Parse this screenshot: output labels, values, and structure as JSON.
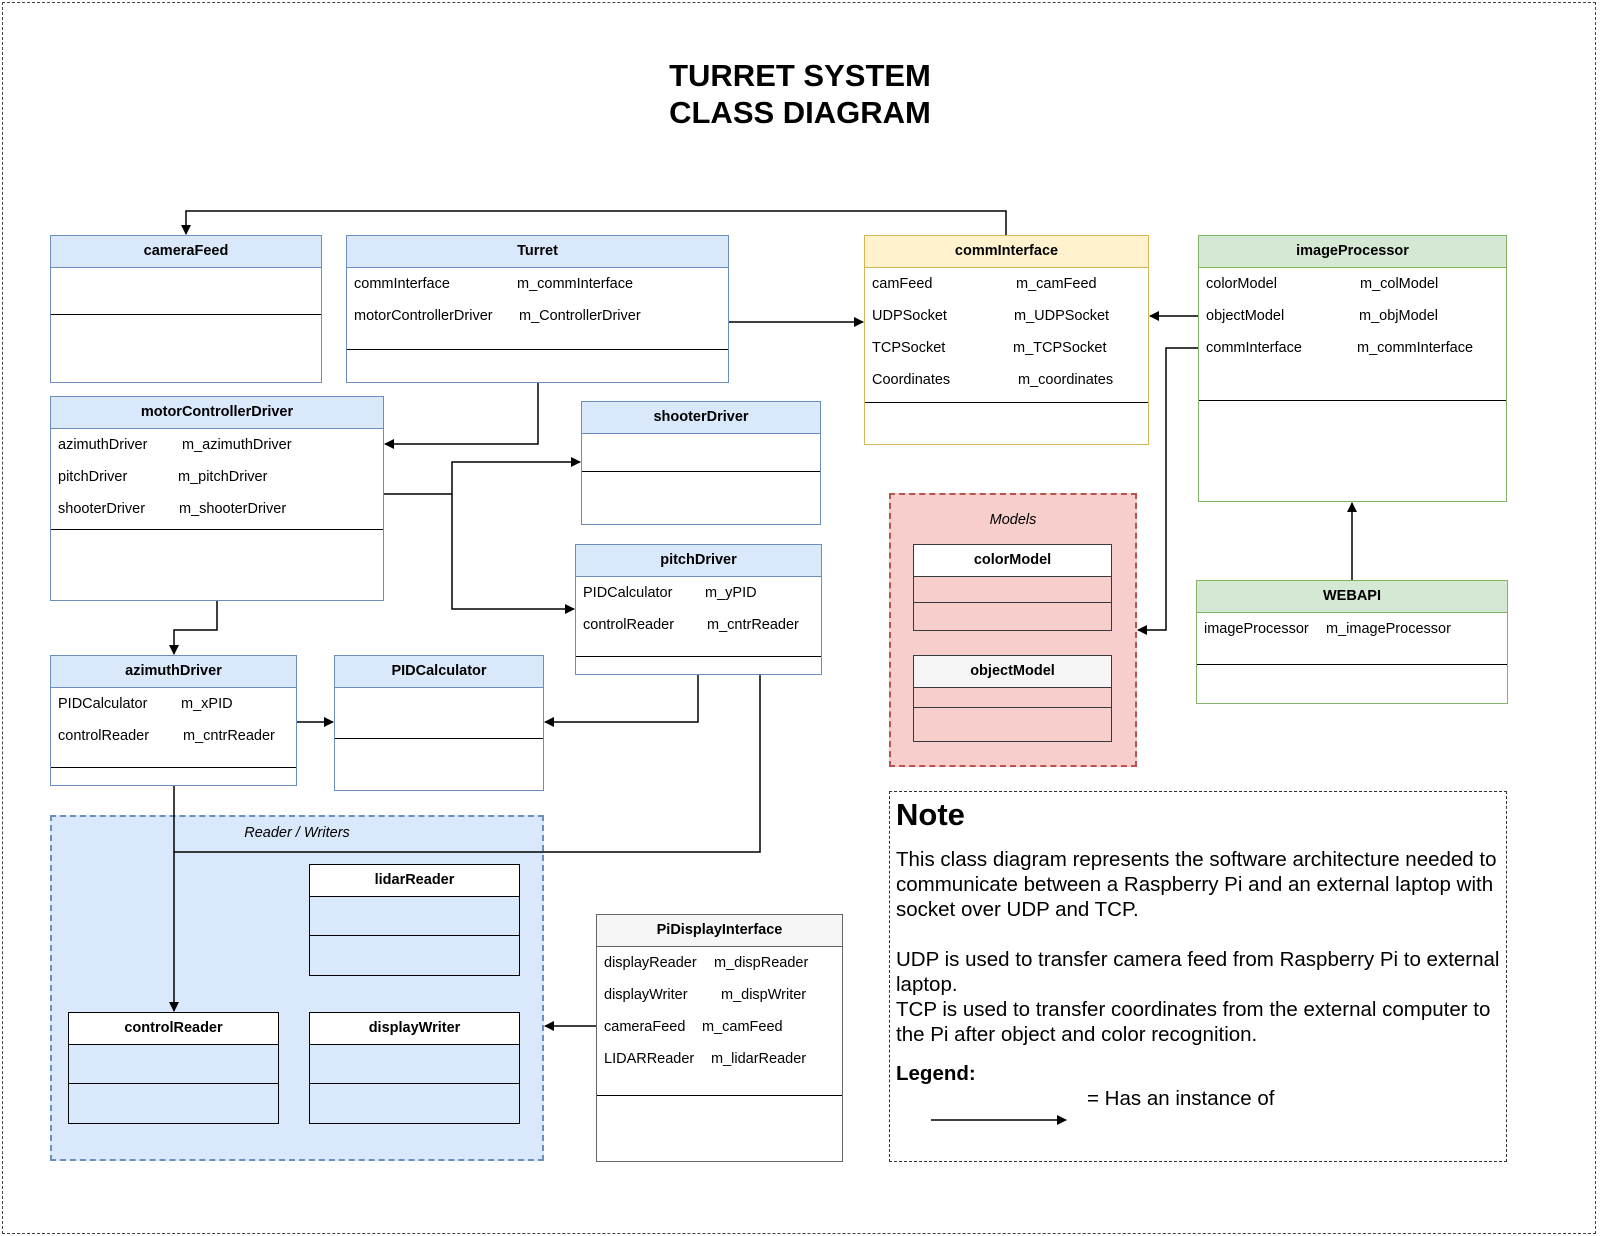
{
  "title": [
    "TURRET SYSTEM",
    "CLASS DIAGRAM"
  ],
  "classes": {
    "cameraFeed": {
      "name": "cameraFeed"
    },
    "turret": {
      "name": "Turret",
      "rows": [
        [
          "commInterface",
          "m_commInterface"
        ],
        [
          "motorControllerDriver",
          "m_ControllerDriver"
        ]
      ]
    },
    "commInterface": {
      "name": "commInterface",
      "rows": [
        [
          "camFeed",
          "m_camFeed"
        ],
        [
          "UDPSocket",
          "m_UDPSocket"
        ],
        [
          "TCPSocket",
          "m_TCPSocket"
        ],
        [
          "Coordinates",
          "m_coordinates"
        ]
      ]
    },
    "imageProcessor": {
      "name": "imageProcessor",
      "rows": [
        [
          "colorModel",
          "m_colModel"
        ],
        [
          "objectModel",
          "m_objModel"
        ],
        [
          "commInterface",
          "m_commInterface"
        ]
      ]
    },
    "motorControllerDriver": {
      "name": "motorControllerDriver",
      "rows": [
        [
          "azimuthDriver",
          "m_azimuthDriver"
        ],
        [
          "pitchDriver",
          "m_pitchDriver"
        ],
        [
          "shooterDriver",
          "m_shooterDriver"
        ]
      ]
    },
    "shooterDriver": {
      "name": "shooterDriver"
    },
    "pitchDriver": {
      "name": "pitchDriver",
      "rows": [
        [
          "PIDCalculator",
          "m_yPID"
        ],
        [
          "controlReader",
          "m_cntrReader"
        ]
      ]
    },
    "azimuthDriver": {
      "name": "azimuthDriver",
      "rows": [
        [
          "PIDCalculator",
          "m_xPID"
        ],
        [
          "controlReader",
          "m_cntrReader"
        ]
      ]
    },
    "pidCalculator": {
      "name": "PIDCalculator"
    },
    "webapi": {
      "name": "WEBAPI",
      "rows": [
        [
          "imageProcessor",
          "m_imageProcessor"
        ]
      ]
    },
    "piDisplayInterface": {
      "name": "PiDisplayInterface",
      "rows": [
        [
          "displayReader",
          "m_dispReader"
        ],
        [
          "displayWriter",
          "m_dispWriter"
        ],
        [
          "cameraFeed",
          "m_camFeed"
        ],
        [
          "LIDARReader",
          "m_lidarReader"
        ]
      ]
    },
    "lidarReader": {
      "name": "lidarReader"
    },
    "controlReader": {
      "name": "controlReader"
    },
    "displayWriter": {
      "name": "displayWriter"
    },
    "colorModel": {
      "name": "colorModel"
    },
    "objectModel": {
      "name": "objectModel"
    }
  },
  "groups": {
    "readerWriters": "Reader / Writers",
    "models": "Models"
  },
  "note": {
    "heading": "Note",
    "p1": "This class diagram represents the software architecture needed to communicate between a Raspberry Pi and an external laptop with socket over UDP and TCP.",
    "p2": "UDP is used to transfer camera feed from Raspberry Pi to external laptop.",
    "p3": "TCP is used to transfer coordinates from the external computer to the Pi after object and color recognition.",
    "legend_label": "Legend:",
    "legend_text": "= Has an instance of"
  },
  "colors": {
    "blue_fill": "#dae8fc",
    "blue_stroke": "#6c8ebf",
    "yellow_fill": "#fff2cc",
    "yellow_stroke": "#d6b656",
    "green_fill": "#d5e8d4",
    "green_stroke": "#82b366",
    "red_fill": "#f8cecc",
    "red_stroke": "#b85450"
  }
}
